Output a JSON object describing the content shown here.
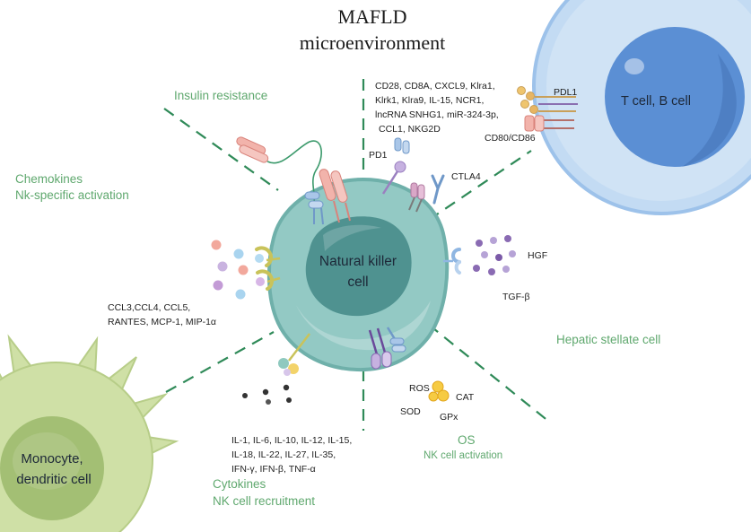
{
  "title": {
    "line1": "MAFLD",
    "line2": "microenvironment"
  },
  "cells": {
    "nk_cell": {
      "line1": "Natural killer",
      "line2": "cell"
    },
    "t_b_cell": {
      "label": "T cell, B cell"
    },
    "monocyte_dc": {
      "line1": "Monocyte,",
      "line2": "dendritic cell"
    }
  },
  "sections": {
    "insulin_resistance": {
      "label": "Insulin resistance"
    },
    "chemokines": {
      "line1": "Chemokines",
      "line2": "Nk-specific activation",
      "molecules": [
        "CCL3,CCL4, CCL5,",
        "RANTES, MCP-1, MIP-1α"
      ]
    },
    "t_b_interaction": {
      "molecules": [
        "CD28, CD8A, CXCL9, Klra1,",
        "Klrk1, Klra9, IL-15, NCR1,",
        "lncRNA SNHG1, miR-324-3p,",
        "CCL1, NKG2D"
      ],
      "pdl1": "PDL1",
      "cd80_cd86": "CD80/CD86",
      "pd1": "PD1",
      "ctla4": "CTLA4"
    },
    "hepatic_stellate": {
      "label": "Hepatic stellate cell",
      "hgf": "HGF",
      "tgf": "TGF-β"
    },
    "oxidative_stress": {
      "line1": "OS",
      "line2": "NK cell activation",
      "ros": "ROS",
      "cat": "CAT",
      "sod": "SOD",
      "gpx": "GPx"
    },
    "cytokines": {
      "line1": "Cytokines",
      "line2": "NK cell recruitment",
      "molecules": [
        "IL-1, IL-6, IL-10, IL-12, IL-15,",
        "IL-18, IL-22, IL-27, IL-35,",
        "IFN-γ, IFN-β, TNF-α"
      ]
    }
  },
  "colors": {
    "label_green": "#5fa86e",
    "dash_green": "#2f8a58",
    "nk_body": "#93c9c4",
    "nk_membrane": "#6fb0aa",
    "nk_nucleus": "#4f9290",
    "t_body": "#c3dbf3",
    "t_membrane": "#9dc2ea",
    "t_nucleus": "#5b8fd4",
    "mono_body": "#cfe0a6",
    "mono_membrane": "#b7cd88",
    "mono_nucleus": "#a3bf74"
  }
}
